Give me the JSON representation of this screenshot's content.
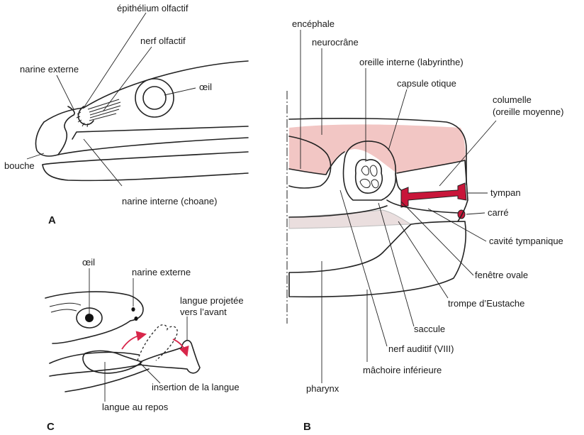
{
  "panels": {
    "a": "A",
    "b": "B",
    "c": "C"
  },
  "panel_a": {
    "epithelium": "épithélium olfactif",
    "nerve": "nerf olfactif",
    "external_naris": "narine externe",
    "eye": "œil",
    "mouth": "bouche",
    "internal_naris": "narine interne (choane)"
  },
  "panel_b": {
    "brain": "encéphale",
    "neurocranium": "neurocrâne",
    "inner_ear": "oreille interne (labyrinthe)",
    "otic_capsule": "capsule otique",
    "columella_1": "columelle",
    "columella_2": "(oreille moyenne)",
    "tympanum": "tympan",
    "quadrate": "carré",
    "tympanic_cavity": "cavité tympanique",
    "oval_window": "fenêtre ovale",
    "eustachian_tube": "trompe d’Eustache",
    "saccule": "saccule",
    "auditory_nerve": "nerf auditif (VIII)",
    "lower_jaw": "mâchoire inférieure",
    "pharynx": "pharynx"
  },
  "panel_c": {
    "eye": "œil",
    "external_naris": "narine externe",
    "tongue_projected_1": "langue projetée",
    "tongue_projected_2": "vers l’avant",
    "tongue_insertion": "insertion de la langue",
    "tongue_rest": "langue au repos"
  },
  "colors": {
    "tissue_pink": "#f2c6c4",
    "bone_red": "#c8163a",
    "arrow_red": "#d8264a",
    "ink": "#222222"
  }
}
